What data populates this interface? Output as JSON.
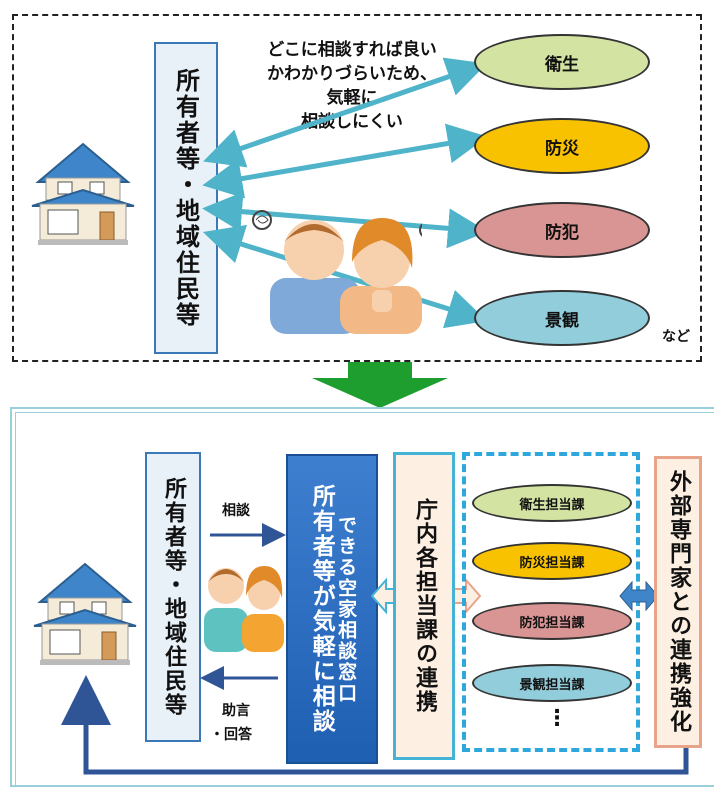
{
  "top": {
    "owners_label": "所有者等・地域住民等",
    "caption_lines": [
      "どこに相談すれば良い",
      "かわかりづらいため、",
      "気軽に",
      "相談しにくい"
    ],
    "departments": [
      "衛生",
      "防災",
      "防犯",
      "景観"
    ],
    "etc": "など"
  },
  "bottom": {
    "owners_label": "所有者等・地域住民等",
    "consult_label": "相談",
    "advice_label_1": "助言",
    "advice_label_2": "・回答",
    "window_line1": "所有者等が気軽に相談",
    "window_line2": "できる空家相談窓口",
    "cooperation_label": "庁内各担当課の連携",
    "departments": [
      "衛生担当課",
      "防災担当課",
      "防犯担当課",
      "景観担当課"
    ],
    "ellipsis": "⋮",
    "experts_label": "外部専門家との連携強化"
  },
  "colors": {
    "hygiene": "#d3e3a2",
    "disaster": "#f8c200",
    "crime": "#d99593",
    "landscape": "#92cddc",
    "arrow_blue": "#4fb3c9",
    "down_arrow": "#1e9e2e",
    "dark_blue_arrow": "#2f5597"
  }
}
